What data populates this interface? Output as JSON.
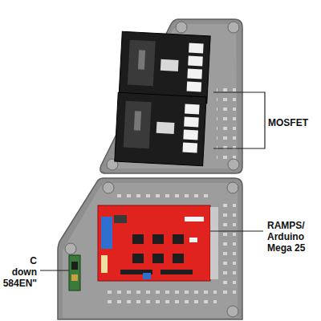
{
  "diagram": {
    "labels": [
      "MOSFET",
      "RAMPS/ Arduino Mega 25",
      "C down 584EN\""
    ]
  }
}
